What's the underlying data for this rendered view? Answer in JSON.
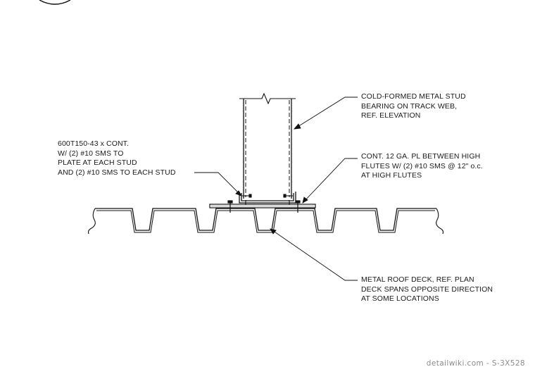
{
  "notes": {
    "stud": [
      "COLD-FORMED METAL STUD",
      "BEARING ON TRACK WEB,",
      "REF. ELEVATION"
    ],
    "track": [
      "600T150-43 x CONT.",
      "W/ (2) #10 SMS TO",
      "PLATE AT EACH STUD",
      "AND (2) #10 SMS TO EACH STUD"
    ],
    "plate": [
      "CONT. 12 GA. PL BETWEEN HIGH",
      "FLUTES W/ (2) #10 SMS @ 12\" o.c.",
      "AT HIGH FLUTES"
    ],
    "deck": [
      "METAL ROOF DECK, REF. PLAN",
      "DECK SPANS OPPOSITE DIRECTION",
      "AT SOME LOCATIONS"
    ]
  },
  "watermark": "detailwiki.com - S-3X528"
}
